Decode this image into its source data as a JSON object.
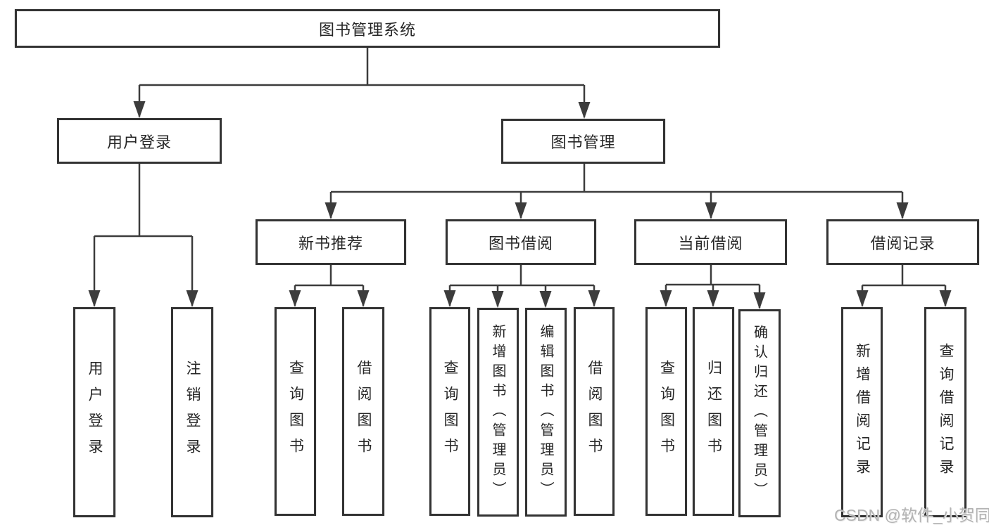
{
  "diagram": {
    "root": {
      "label": "图书管理系统"
    },
    "branches": [
      {
        "label": "用户登录",
        "leaves": [
          {
            "label": "用户登录"
          },
          {
            "label": "注销登录"
          }
        ]
      },
      {
        "label": "图书管理",
        "groups": [
          {
            "label": "新书推荐",
            "leaves": [
              {
                "label": "查询图书"
              },
              {
                "label": "借阅图书"
              }
            ]
          },
          {
            "label": "图书借阅",
            "leaves": [
              {
                "label": "查询图书"
              },
              {
                "label": "新增图书（管理员）"
              },
              {
                "label": "编辑图书（管理员）"
              },
              {
                "label": "借阅图书"
              }
            ]
          },
          {
            "label": "当前借阅",
            "leaves": [
              {
                "label": "查询图书"
              },
              {
                "label": "归还图书"
              },
              {
                "label": "确认归还（管理员）"
              }
            ]
          },
          {
            "label": "借阅记录",
            "leaves": [
              {
                "label": "新增借阅记录"
              },
              {
                "label": "查询借阅记录"
              }
            ]
          }
        ]
      }
    ]
  },
  "watermark": {
    "text": "CSDN @软件_小贺同学"
  },
  "colors": {
    "line": "#3c3c3c",
    "box_border": "#333333",
    "box_fill": "#ffffff",
    "text": "#262626",
    "watermark": "#b3b3b3",
    "background": "#ffffff"
  }
}
